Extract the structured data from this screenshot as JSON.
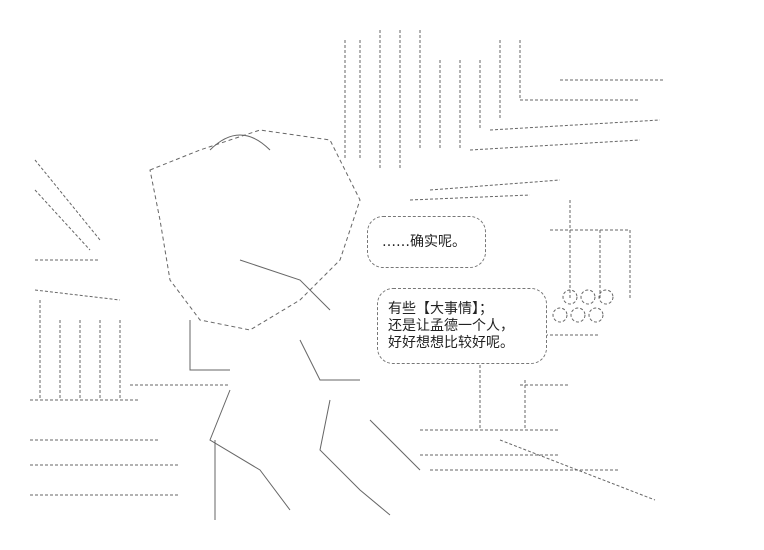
{
  "bubble_top": {
    "text": "……确实呢。"
  },
  "bubble_bottom": {
    "lines": [
      "有些【大事情】；",
      "还是让孟德一个人，",
      "好好想想比较好呢。"
    ]
  }
}
